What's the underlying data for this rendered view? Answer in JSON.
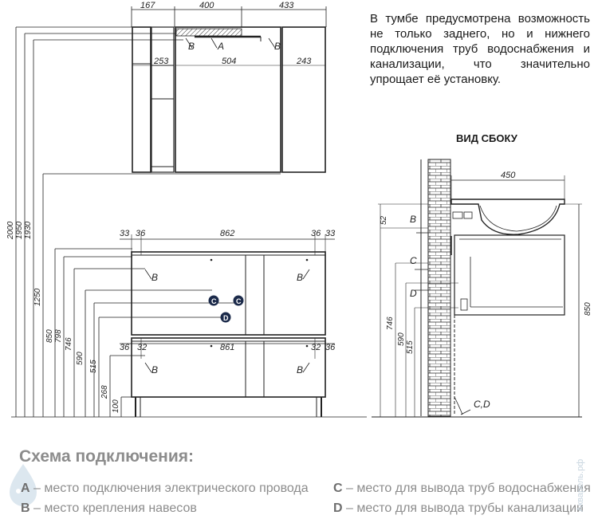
{
  "top_view": {
    "widths": [
      "167",
      "400",
      "433"
    ],
    "inner_widths": [
      "253",
      "504",
      "243"
    ],
    "markers": {
      "b_left": "B",
      "a": "A",
      "b_right": "B"
    }
  },
  "overall_heights": [
    "2000",
    "1950",
    "1930",
    "1250",
    "850",
    "798",
    "746",
    "590",
    "515",
    "268",
    "100"
  ],
  "upper_cabinet": {
    "top_dims": [
      "33",
      "36",
      "862",
      "36",
      "33"
    ],
    "markers": {
      "b_left": "B",
      "b_right": "B",
      "c1": "C",
      "c2": "C",
      "d": "D"
    }
  },
  "lower_cabinet": {
    "top_dims": [
      "36",
      "32",
      "861",
      "32",
      "36"
    ],
    "markers": {
      "b_left": "B",
      "b_right": "B"
    }
  },
  "description": "В тумбе предусмотрена возможность не только заднего, но и нижнего подключения труб водоснабжения и канализации, что значительно упрощает её установку.",
  "side_view": {
    "title": "ВИД СБОКУ",
    "depth": "450",
    "offset_top": "52",
    "heights": [
      "746",
      "590",
      "515"
    ],
    "total_height": "850",
    "markers": {
      "b": "B",
      "c": "C",
      "d": "D",
      "cd": "C,D"
    }
  },
  "legend": {
    "title": "Схема подключения:",
    "items": [
      {
        "code": "A",
        "text": " – место подключения электрического провода"
      },
      {
        "code": "B",
        "text": " – место крепления навесов"
      },
      {
        "code": "C",
        "text": " – место для вывода труб водоснабжения"
      },
      {
        "code": "D",
        "text": " – место для вывода трубы канализации"
      }
    ]
  },
  "watermark": "Акварель.рф"
}
